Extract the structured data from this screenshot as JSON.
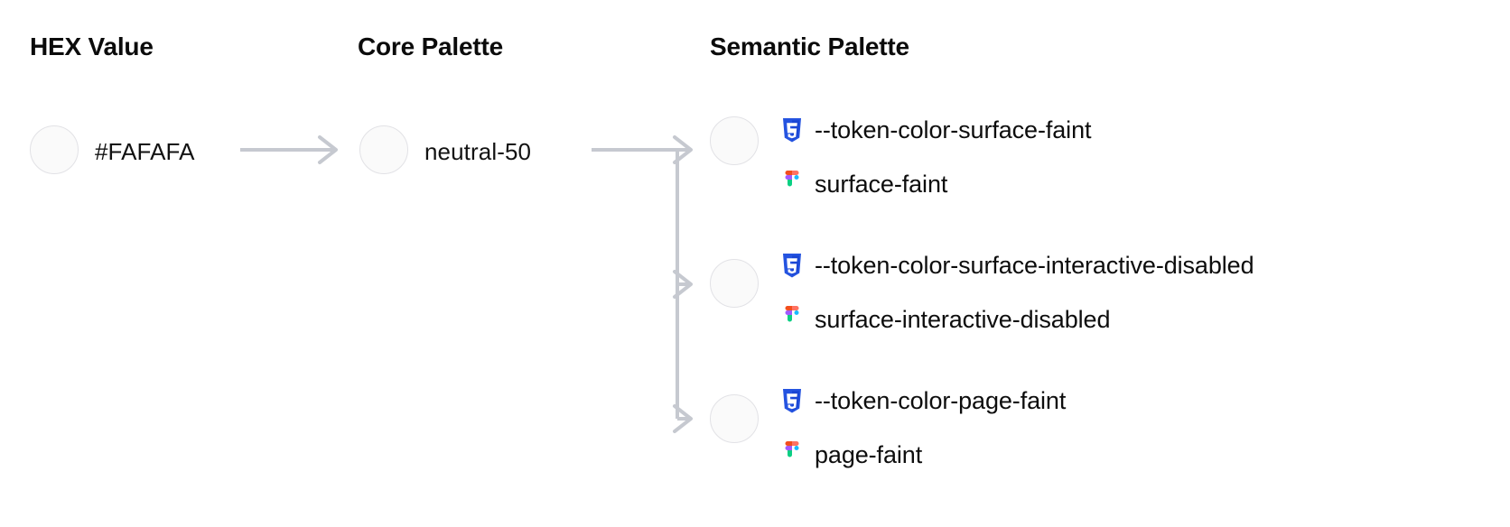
{
  "columns": {
    "hex": {
      "heading": "HEX Value"
    },
    "core": {
      "heading": "Core Palette"
    },
    "semantic": {
      "heading": "Semantic Palette"
    }
  },
  "hex_value": {
    "label": "#FAFAFA",
    "swatch_color": "#FAFAFA"
  },
  "core_value": {
    "label": "neutral-50",
    "swatch_color": "#FAFAFA"
  },
  "semantic_tokens": [
    {
      "swatch_color": "#FAFAFA",
      "css_icon": "css3-icon",
      "css_label": "--token-color-surface-faint",
      "figma_icon": "figma-icon",
      "figma_label": "surface-faint"
    },
    {
      "swatch_color": "#FAFAFA",
      "css_icon": "css3-icon",
      "css_label": "--token-color-surface-interactive-disabled",
      "figma_icon": "figma-icon",
      "figma_label": "surface-interactive-disabled"
    },
    {
      "swatch_color": "#FAFAFA",
      "css_icon": "css3-icon",
      "css_label": "--token-color-page-faint",
      "figma_icon": "figma-icon",
      "figma_label": "page-faint"
    }
  ],
  "theme": {
    "connector_color": "#c6c9d0",
    "swatch_border": "#e2e2e6",
    "text_color": "#0d0d0d",
    "css_icon_color": "#2453E0",
    "figma_orange": "#F24E1E",
    "figma_purple": "#A259FF",
    "figma_blue": "#1ABCFE",
    "figma_green": "#0ACF83",
    "figma_red": "#FF7262"
  }
}
